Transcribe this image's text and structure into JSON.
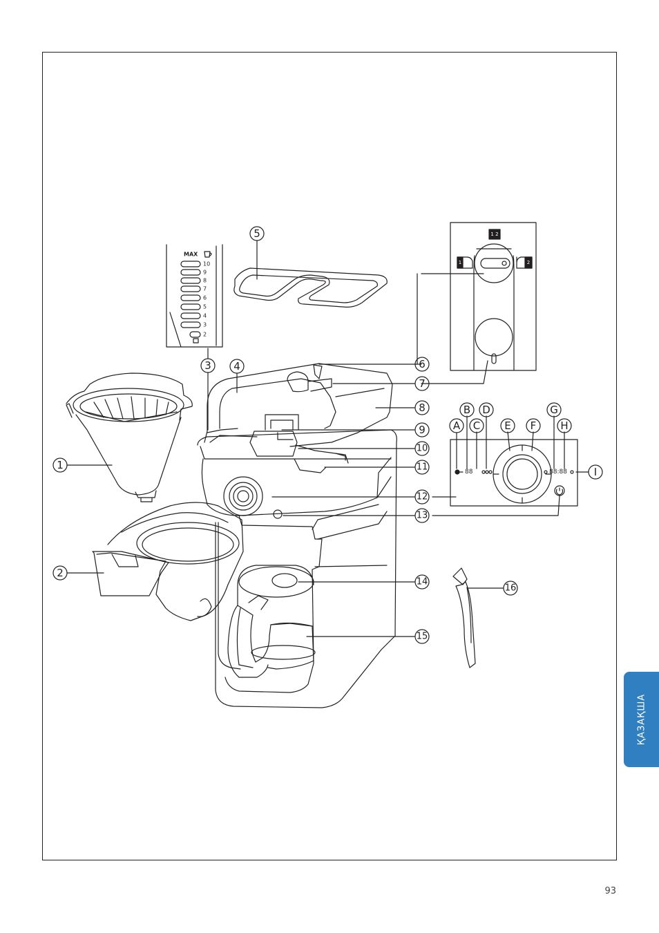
{
  "page": {
    "number": "93",
    "language_tab": "ҚАЗАҚША"
  },
  "water_gauge": {
    "max_label": "MAX",
    "marks": [
      "10",
      "9",
      "8",
      "7",
      "6",
      "5",
      "4",
      "3",
      "2"
    ]
  },
  "callouts": {
    "c1": "1",
    "c2": "2",
    "c3": "3",
    "c4": "4",
    "c5": "5",
    "c6": "6",
    "c7": "7",
    "c8": "8",
    "c9": "9",
    "c10": "10",
    "c11": "11",
    "c12": "12",
    "c13": "13",
    "c14": "14",
    "c15": "15",
    "c16": "16"
  },
  "panel_callouts": {
    "A": "A",
    "B": "B",
    "C": "C",
    "D": "D",
    "E": "E",
    "F": "F",
    "G": "G",
    "H": "H",
    "I": "I"
  },
  "selector_detail": {
    "both": "1 2",
    "left": "1",
    "right": "2"
  },
  "display_panel": {
    "left_digits": "88",
    "right_digits": "88:88"
  }
}
